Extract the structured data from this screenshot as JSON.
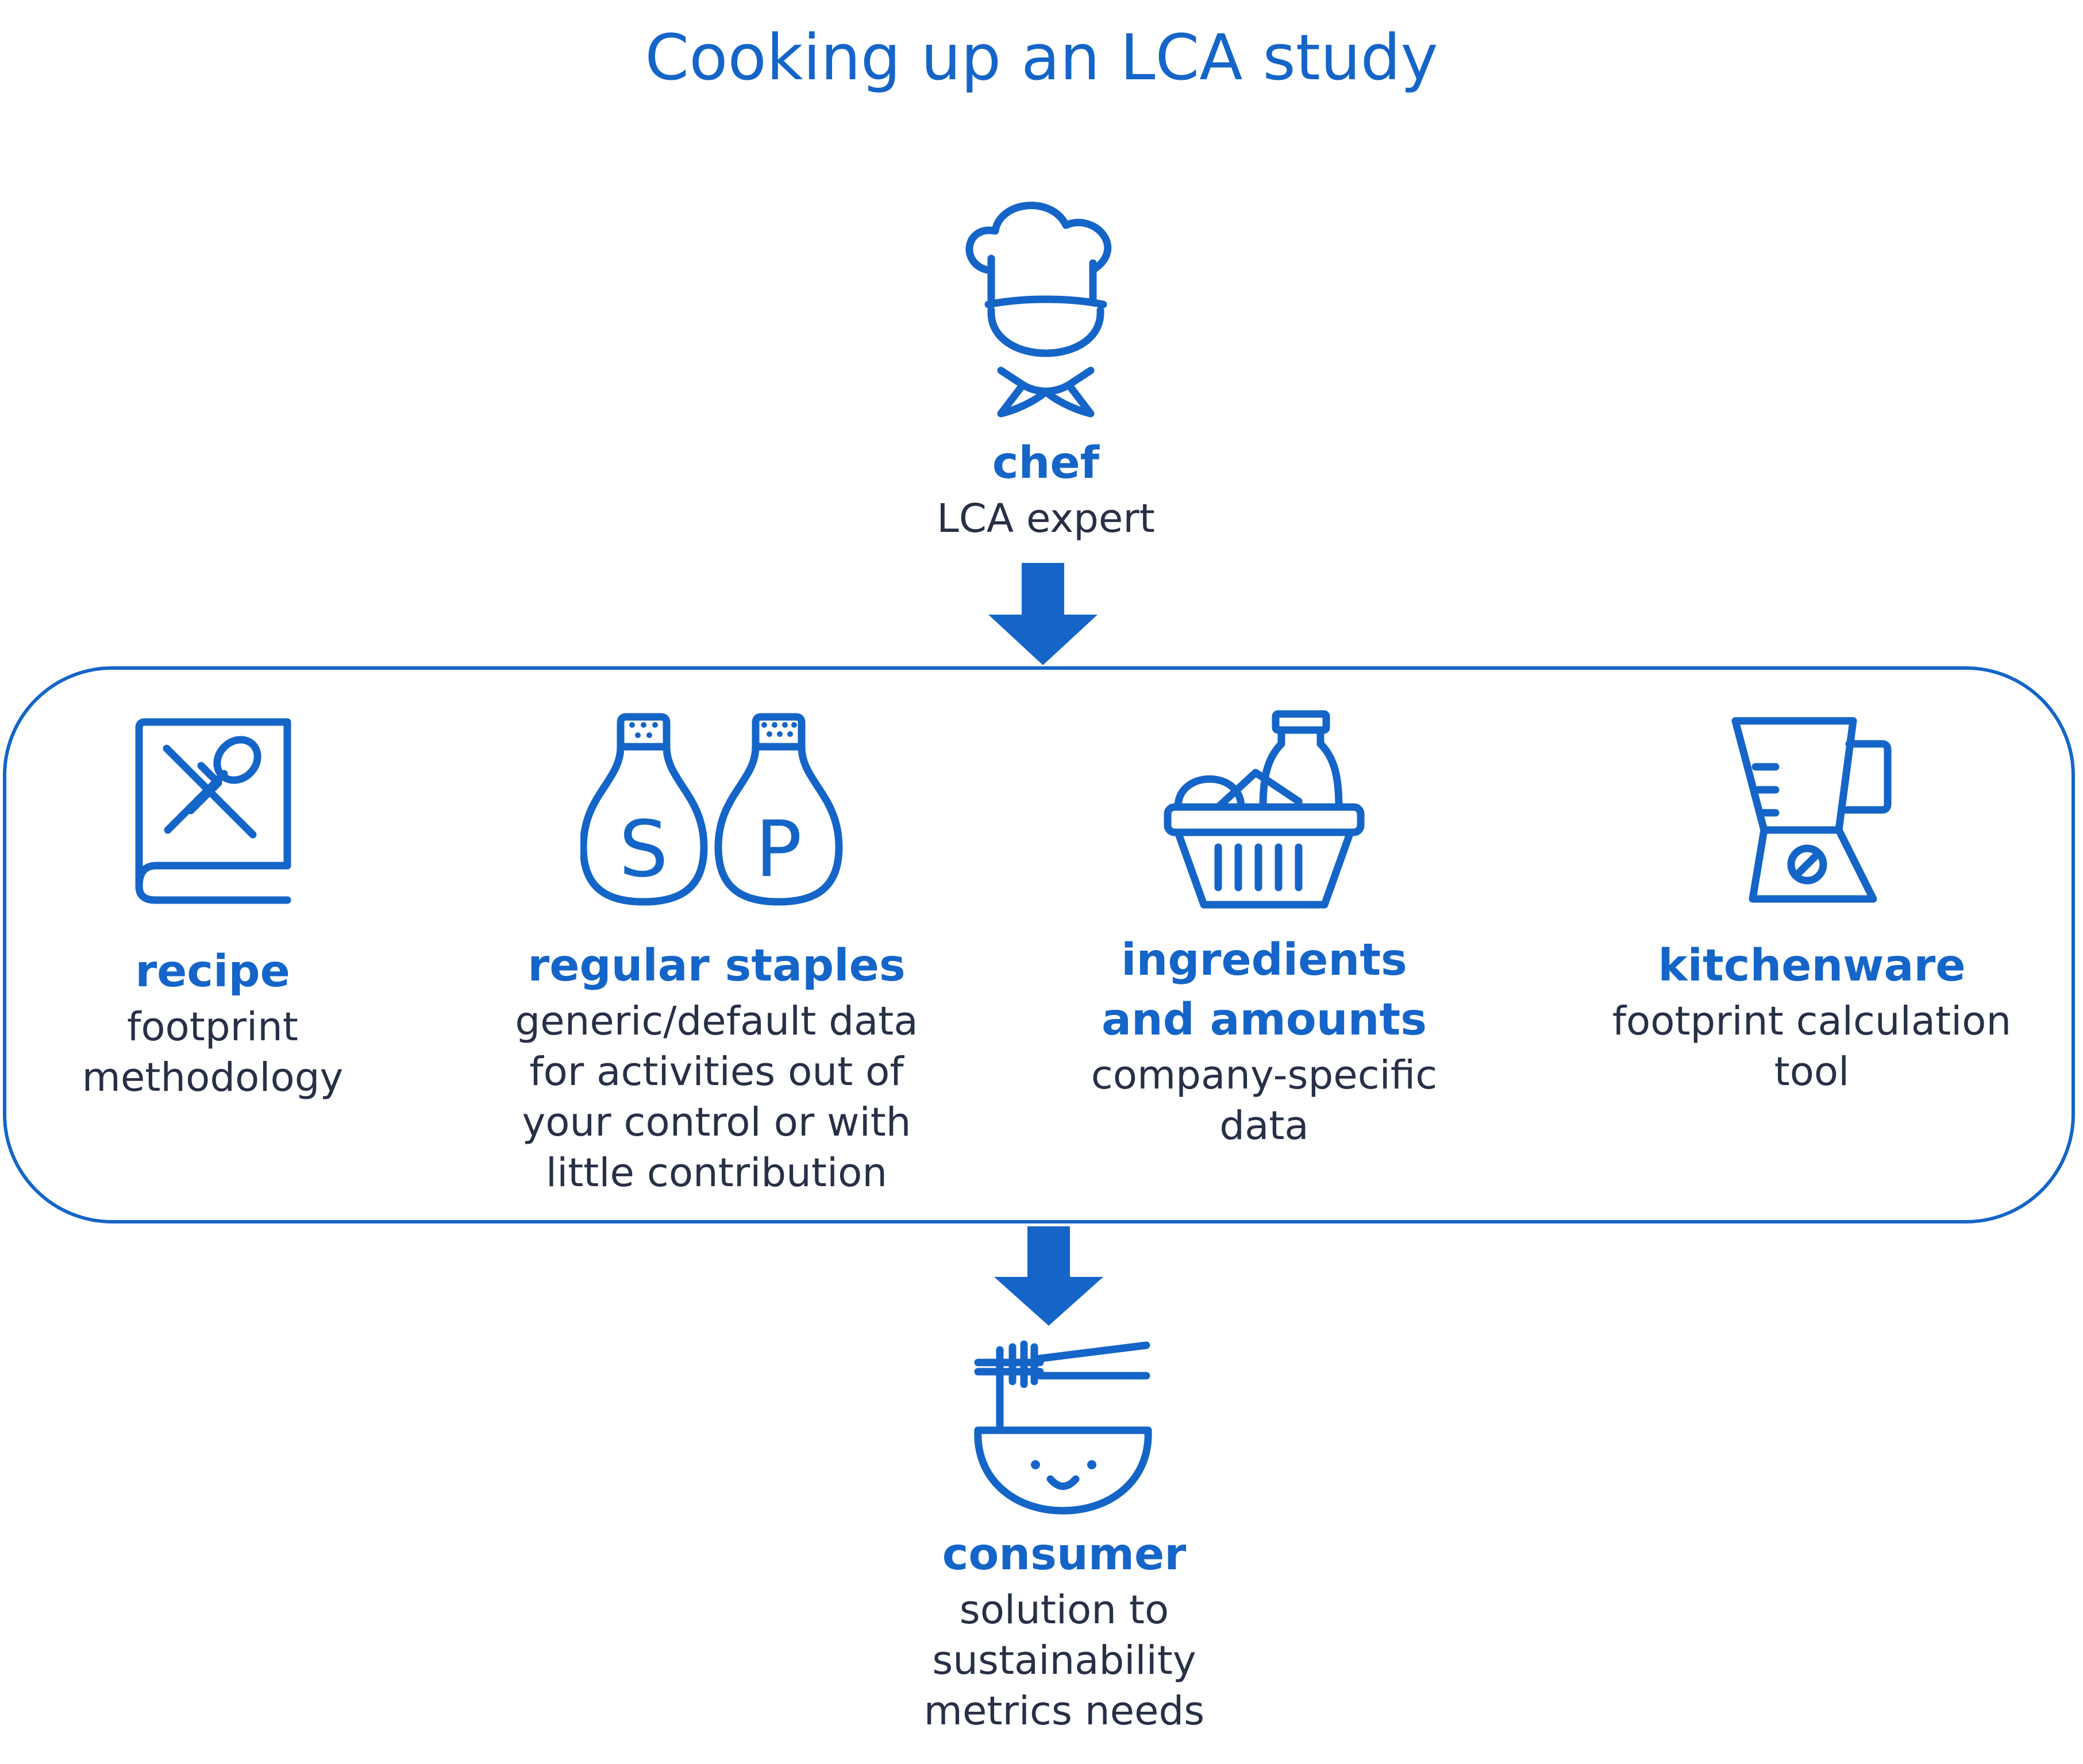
{
  "title": "Cooking up an LCA study",
  "colors": {
    "accent": "#1565c8",
    "text": "#283046"
  },
  "chef": {
    "icon": "chef-icon",
    "label": "chef",
    "desc": [
      "LCA expert"
    ]
  },
  "items": [
    {
      "icon": "recipe-book-icon",
      "label": [
        "recipe"
      ],
      "desc": [
        "footprint",
        "methodology"
      ]
    },
    {
      "icon": "salt-pepper-shakers-icon",
      "label": [
        "regular staples"
      ],
      "desc": [
        "generic/default data",
        "for activities out of",
        "your control or with",
        "little contribution"
      ]
    },
    {
      "icon": "grocery-basket-icon",
      "label": [
        "ingredients",
        "and amounts"
      ],
      "desc": [
        "company-specific",
        "data"
      ]
    },
    {
      "icon": "blender-icon",
      "label": [
        "kitchenware"
      ],
      "desc": [
        "footprint calculation",
        "tool"
      ]
    }
  ],
  "consumer": {
    "icon": "noodle-bowl-icon",
    "label": "consumer",
    "desc": [
      "solution to",
      "sustainability",
      "metrics needs"
    ]
  }
}
